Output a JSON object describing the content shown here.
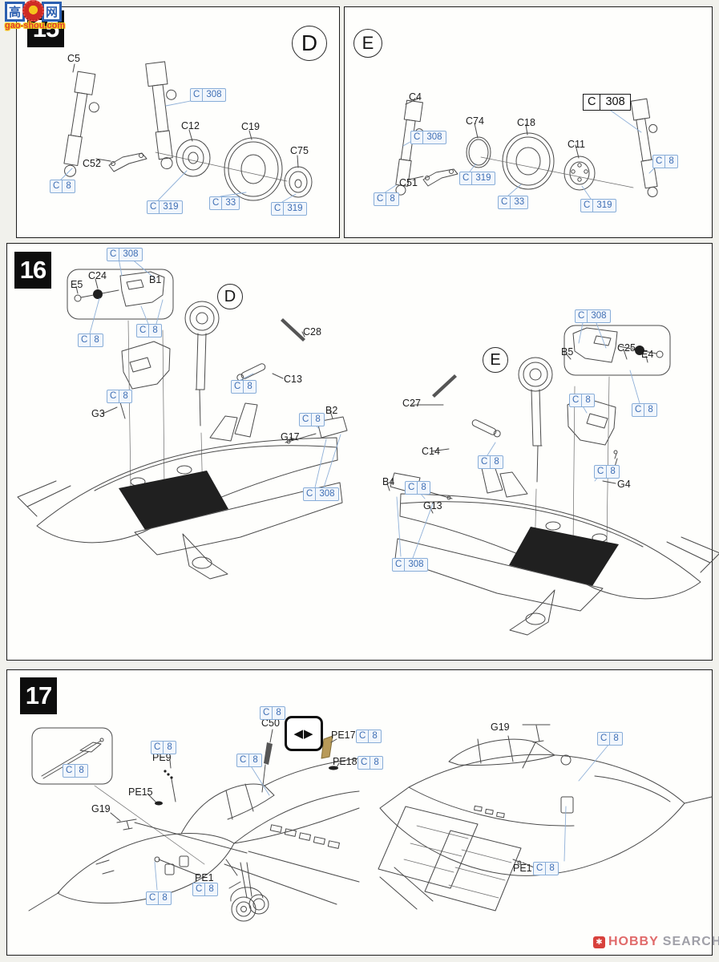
{
  "watermark": {
    "char_left": "高",
    "char_right": "网",
    "site": "gao-shou.com"
  },
  "footer": {
    "icon_glyph": "✱",
    "word1": "HOBBY",
    "word2": "SEARCH"
  },
  "side_marker": {
    "glyph": "◀▶"
  },
  "step15": {
    "number": "15",
    "d": {
      "badge": "D",
      "parts": {
        "strut": "C5",
        "torque_link": "C52",
        "hub": "C12",
        "tire": "C19",
        "hubcap": "C75"
      },
      "paints": [
        "C 308",
        "C 8",
        "C 319",
        "C 33",
        "C 319"
      ]
    },
    "e": {
      "badge": "E",
      "parts": {
        "strut": "C4",
        "torque_link": "C51",
        "disc": "C74",
        "tire": "C18",
        "hub": "C11"
      },
      "paints": [
        "C 308",
        "C 8",
        "C 319",
        "C 33",
        "C 319",
        "C 8"
      ],
      "paint_black": "C 308"
    }
  },
  "step16": {
    "number": "16",
    "left": {
      "badge": "D",
      "parts": {
        "pin": "E5",
        "wheel": "C24",
        "door": "B1",
        "rod": "C28",
        "actuator": "C13",
        "antenna": "G3",
        "outer_door": "B2",
        "link": "G17"
      },
      "paints": [
        "C 308",
        "C 8",
        "C 8",
        "C 8",
        "C 8",
        "C 8",
        "C 308"
      ]
    },
    "right": {
      "badge": "E",
      "parts": {
        "door": "B5",
        "wheel": "C25",
        "pin": "E4",
        "rod": "C27",
        "actuator": "C14",
        "antenna": "G4",
        "outer_door": "B4",
        "link": "G13"
      },
      "paints": [
        "C 308",
        "C 8",
        "C 8",
        "C 8",
        "C 8",
        "C 8",
        "C 308"
      ]
    }
  },
  "step17": {
    "number": "17",
    "left": {
      "parts": {
        "antenna": "G19",
        "pe9": "PE9",
        "pe15": "PE15",
        "blade": "C50",
        "pe17": "PE17",
        "pe18": "PE18",
        "pe1": "PE1"
      },
      "paints": [
        "C 8",
        "C 8",
        "C 8",
        "C 8",
        "C 8",
        "C 8",
        "C 8",
        "C 8"
      ]
    },
    "right": {
      "parts": {
        "antenna": "G19",
        "pe1": "PE1"
      },
      "paints": [
        "C 8",
        "C 8"
      ]
    }
  }
}
